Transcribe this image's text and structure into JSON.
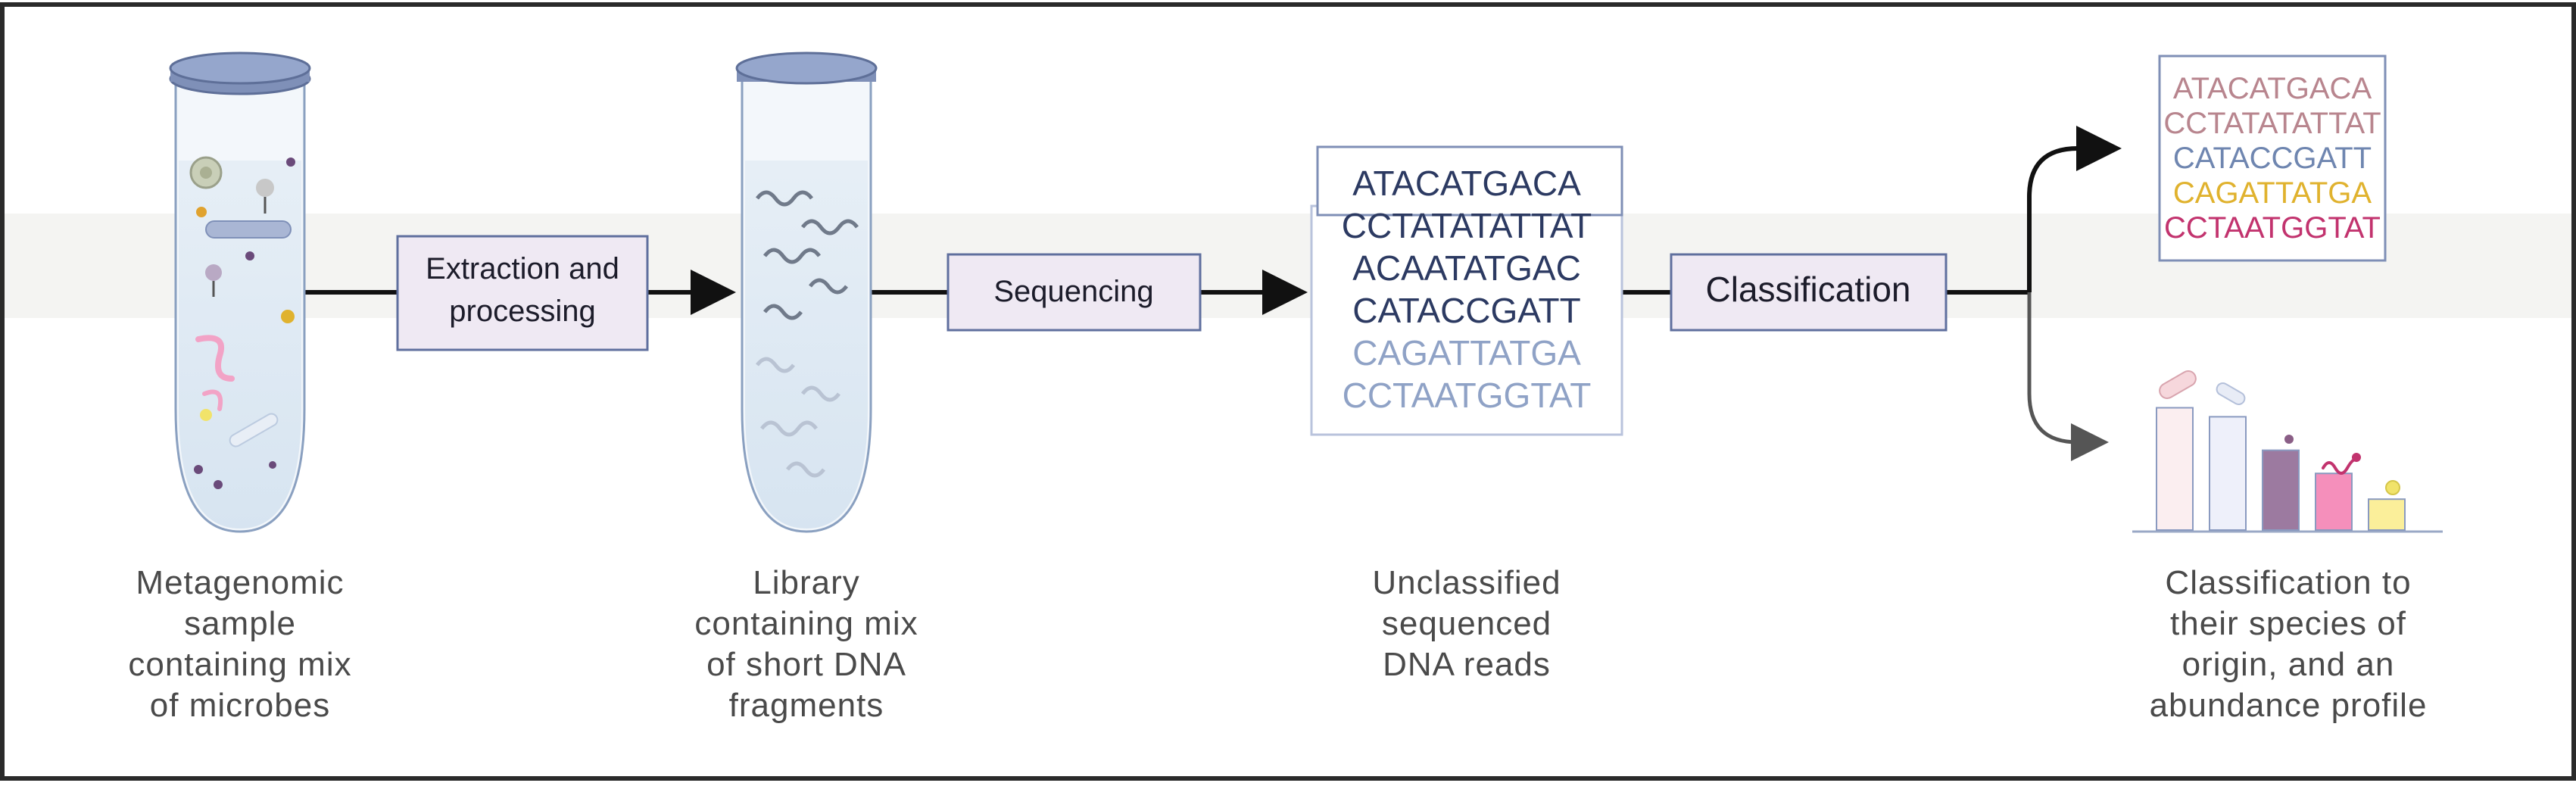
{
  "steps": {
    "extraction_line1": "Extraction and",
    "extraction_line2": "processing",
    "sequencing": "Sequencing",
    "classification": "Classification"
  },
  "captions": {
    "sample": [
      "Metagenomic",
      "sample",
      "containing mix",
      "of microbes"
    ],
    "library": [
      "Library",
      "containing mix",
      "of short DNA",
      "fragments"
    ],
    "reads": [
      "Unclassified",
      "sequenced",
      "DNA reads"
    ],
    "classified": [
      "Classification to",
      "their species of",
      "origin, and an",
      "abundance profile"
    ]
  },
  "unclassified_reads": [
    "ATACATGACA",
    "CCTATATATTAT",
    "ACAATATGAC",
    "CATACCGATT",
    "CAGATTATGA",
    "CCTAATGGTAT"
  ],
  "classified_reads": [
    {
      "seq": "ATACATGACA",
      "color": "#b8858e"
    },
    {
      "seq": "CCTATATATTAT",
      "color": "#b8858e"
    },
    {
      "seq": "CATACCGATT",
      "color": "#6f86b0"
    },
    {
      "seq": "CAGATTATGA",
      "color": "#e0b22e"
    },
    {
      "seq": "CCTAATGGTAT",
      "color": "#c2336e"
    }
  ],
  "abundance_profile": [
    {
      "value": 0.95,
      "color": "#fbeef0"
    },
    {
      "value": 0.88,
      "color": "#eef0fa"
    },
    {
      "value": 0.62,
      "color": "#9c7aa0"
    },
    {
      "value": 0.44,
      "color": "#f58fbb"
    },
    {
      "value": 0.24,
      "color": "#fbef9a"
    }
  ],
  "colors": {
    "line": "#111111",
    "box_fill": "#efe9f3",
    "box_border": "#5f6f9e",
    "tube_cap": "#7f90b8",
    "tube_liquid": "#d9e6f1",
    "read_dark": "#2c3a62",
    "read_light": "#8fa2c6"
  }
}
